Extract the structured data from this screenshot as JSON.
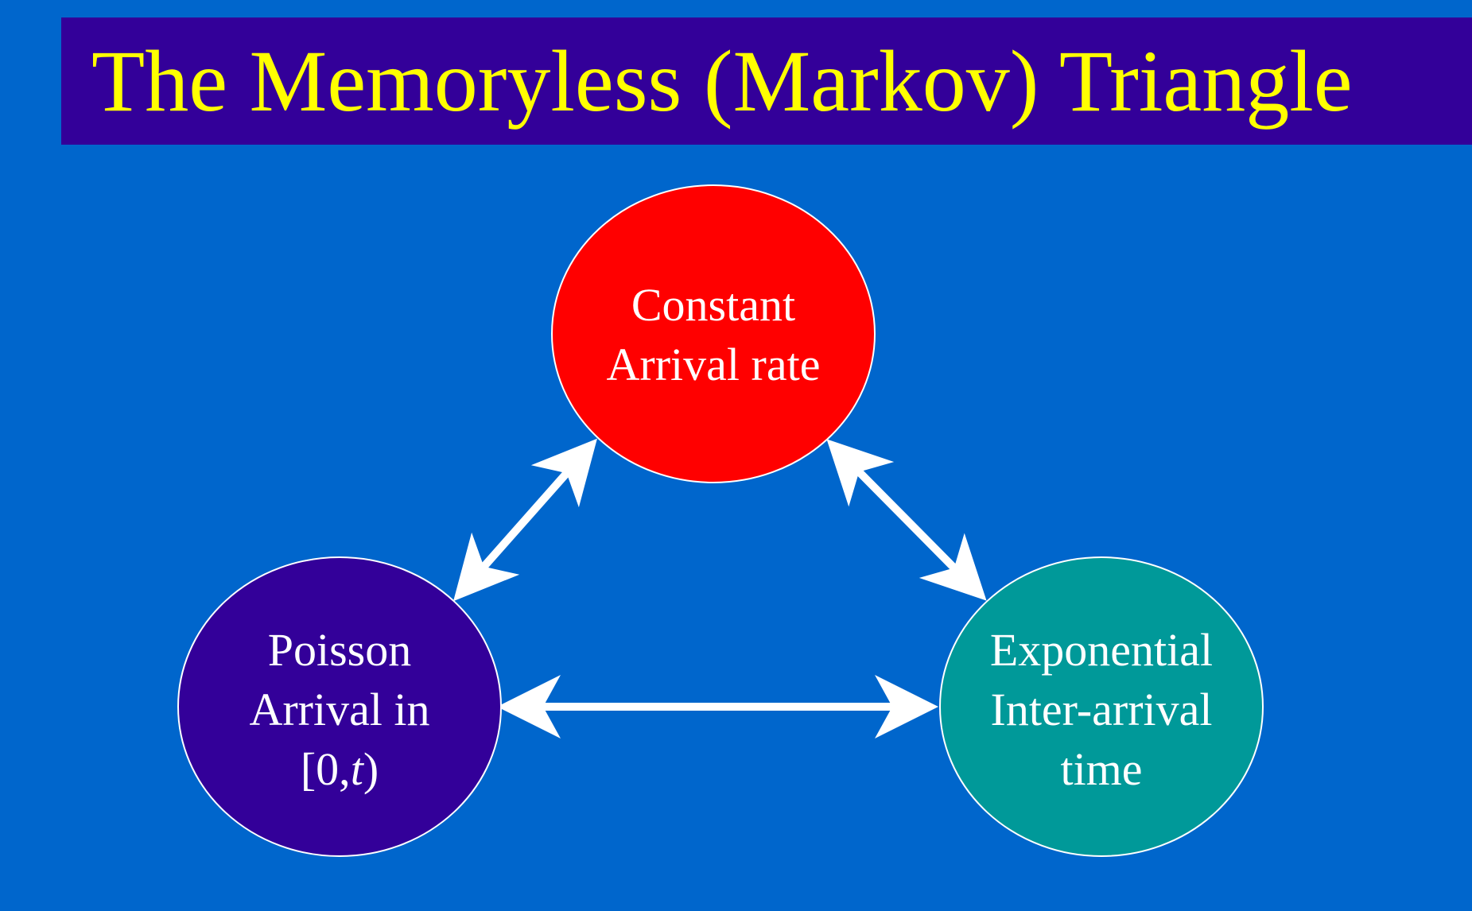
{
  "slide": {
    "title": "The Memoryless (Markov) Triangle"
  },
  "nodes": {
    "top": {
      "lines": [
        "Constant",
        "Arrival rate"
      ],
      "fill": "#ff0000"
    },
    "left": {
      "lines": [
        "Poisson",
        "Arrival in"
      ],
      "interval_prefix": "[0,",
      "interval_var": "t",
      "interval_suffix": ")",
      "fill": "#330099"
    },
    "right": {
      "lines": [
        "Exponential",
        "Inter-arrival",
        "time"
      ],
      "fill": "#009999"
    }
  },
  "colors": {
    "background": "#0066cc",
    "title_bar": "#330099",
    "title_text": "#ffff00",
    "node_text": "#ffffff",
    "node_outline": "#ffffff",
    "arrows": "#ffffff"
  }
}
